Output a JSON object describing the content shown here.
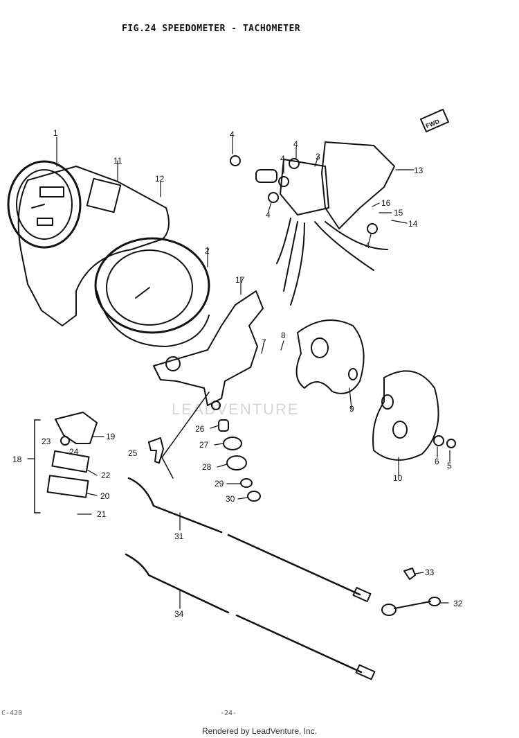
{
  "header": {
    "title": "FIG.24  SPEEDOMETER - TACHOMETER"
  },
  "footer": {
    "credit": "Rendered by LeadVenture, Inc.",
    "page": "-24-",
    "corner": "C-420"
  },
  "watermark": {
    "text": "LEADVENTURE"
  },
  "direction_tag": "FWD",
  "callouts": [
    "1",
    "2",
    "3",
    "4",
    "4",
    "4",
    "4",
    "4",
    "5",
    "6",
    "7",
    "8",
    "9",
    "10",
    "11",
    "12",
    "13",
    "14",
    "15",
    "16",
    "17",
    "18",
    "19",
    "20",
    "21",
    "22",
    "23",
    "24",
    "25",
    "26",
    "27",
    "28",
    "29",
    "30",
    "31",
    "32",
    "33",
    "34"
  ]
}
